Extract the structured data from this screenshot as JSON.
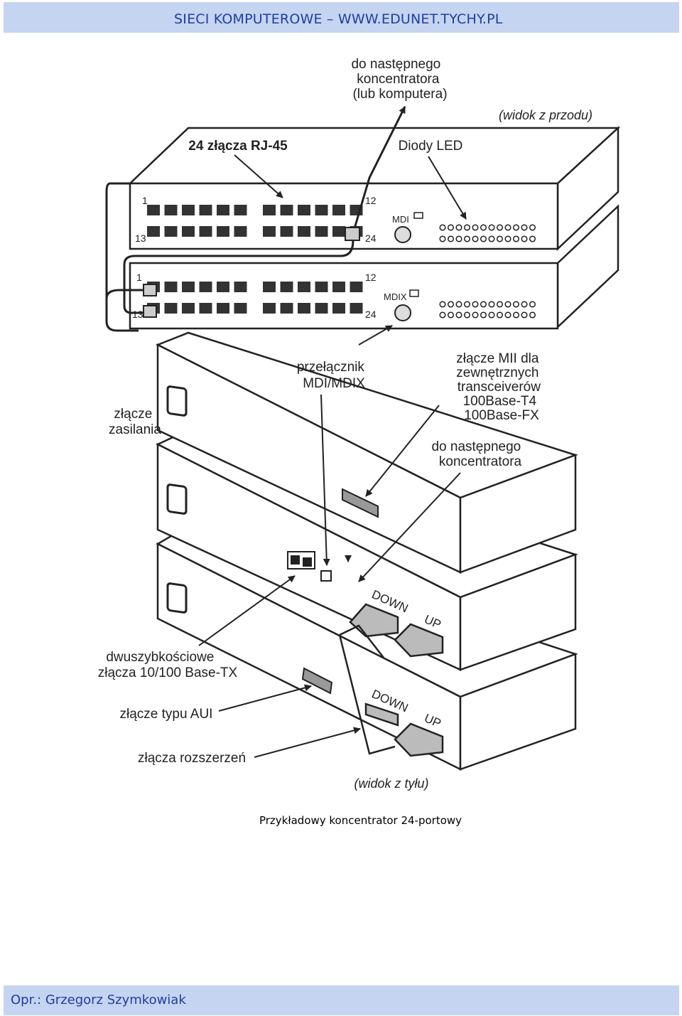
{
  "header": {
    "title": "SIECI KOMPUTEROWE – WWW.EDUNET.TYCHY.PL"
  },
  "footer": {
    "author": "Opr.: Grzegorz Szymkowiak"
  },
  "figure": {
    "caption": "Przykładowy koncentrator 24-portowy",
    "labels": {
      "to_next_hub_front": [
        "do następnego",
        "koncentratora",
        "(lub komputera)"
      ],
      "front_view": "(widok z przodu)",
      "rj45": "24 złącza RJ-45",
      "leds": "Diody LED",
      "port_1": "1",
      "port_12": "12",
      "port_13": "13",
      "port_24": "24",
      "mdi": "MDI",
      "mdix": "MDIX",
      "power": [
        "złącze",
        "zasilania"
      ],
      "mdi_switch": [
        "przełącznik",
        "MDI/MDIX"
      ],
      "mii": [
        "złącze MII dla",
        "zewnętrznych",
        "transceiverów",
        "100Base-T4",
        "100Base-FX"
      ],
      "to_next_hub_rear": [
        "do następnego",
        "koncentratora"
      ],
      "dual_speed": [
        "dwuszybkościowe",
        "złącza 10/100 Base-TX"
      ],
      "aui": "złącze typu AUI",
      "expansion": "złącza rozszerzeń",
      "rear_view": "(widok z tyłu)",
      "down": "DOWN",
      "up": "UP"
    }
  }
}
